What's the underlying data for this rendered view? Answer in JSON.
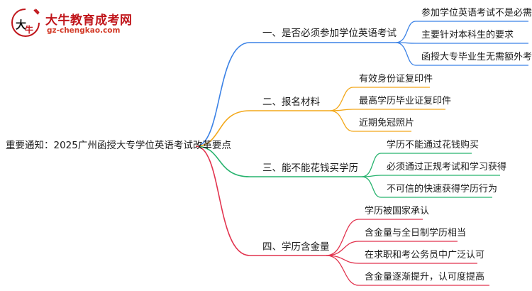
{
  "logo": {
    "name": "大牛教育成考网",
    "domain": "gz-chengkao.com",
    "mark_text": "大牛"
  },
  "root": {
    "label": "重要通知：2025广州函授大专学位英语考试改革要点"
  },
  "branches": [
    {
      "label": "一、是否必须参加学位英语考试",
      "color": "#3b82e6",
      "leaves": [
        "参加学位英语考试不是必需",
        "主要针对本科生的要求",
        "函授大专毕业生无需额外考试"
      ]
    },
    {
      "label": "二、报名材料",
      "color": "#f3a81a",
      "leaves": [
        "有效身份证复印件",
        "最高学历毕业证复印件",
        "近期免冠照片"
      ]
    },
    {
      "label": "三、能不能花钱买学历",
      "color": "#27b36e",
      "leaves": [
        "学历不能通过花钱购买",
        "必须通过正规考试和学习获得",
        "不可信的快速获得学历行为"
      ]
    },
    {
      "label": "四、学历含金量",
      "color": "#e2334e",
      "leaves": [
        "学历被国家承认",
        "含金量与全日制学历相当",
        "在求职和考公务员中广泛认可",
        "含金量逐渐提升，认可度提高"
      ]
    }
  ]
}
